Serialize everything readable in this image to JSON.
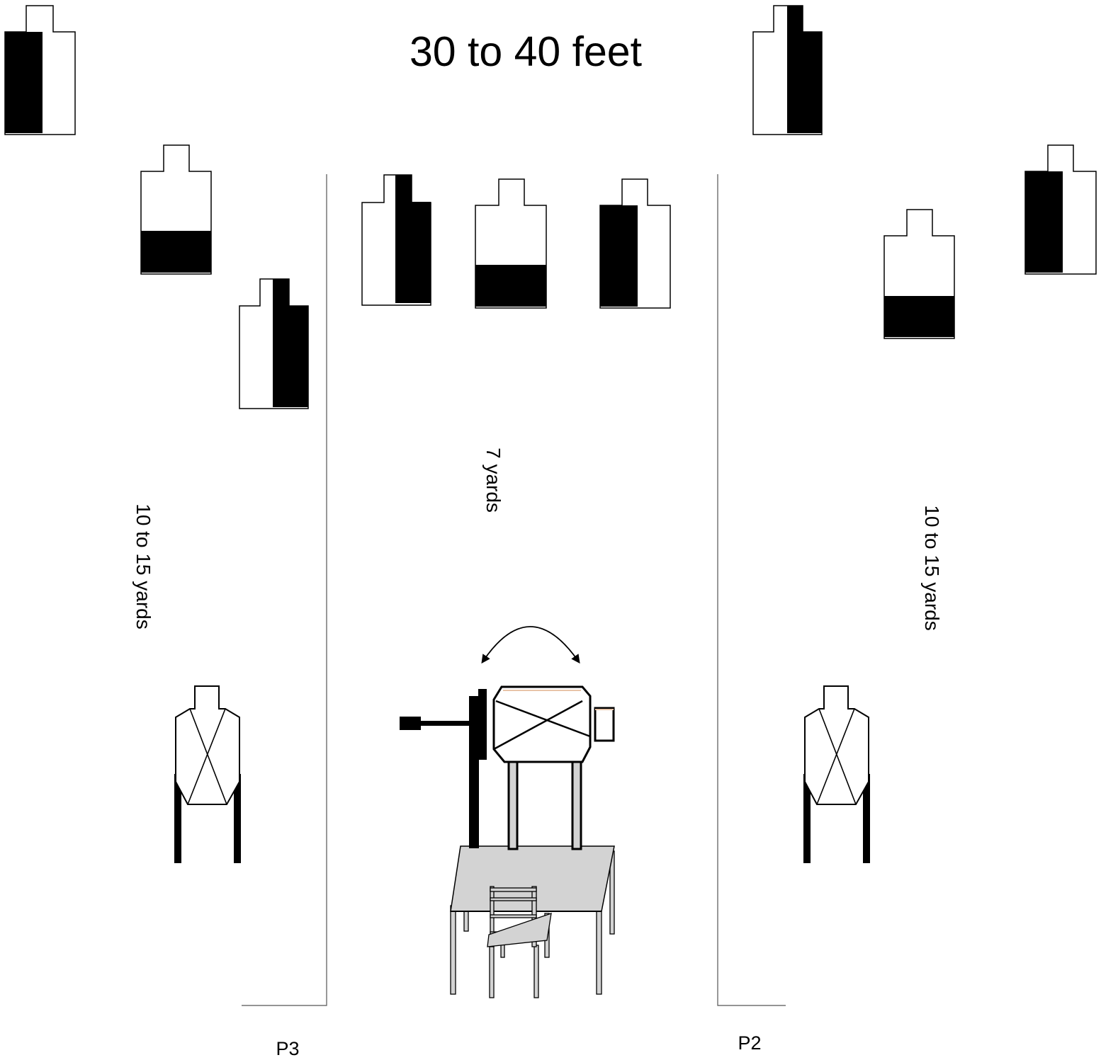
{
  "labels": {
    "title": "30 to 40 feet",
    "center_distance": "7 yards",
    "left_distance": "10 to 15 yards",
    "right_distance": "10 to 15 yards",
    "left_position": "P3",
    "right_position": "P2"
  },
  "colors": {
    "ink": "#000000",
    "target_fill": "#ffffff",
    "gun_accent": "#e8c4a8",
    "table_top": "#d3d3d3",
    "leg_fill": "#d3d3d3"
  },
  "icons": {
    "target": "silhouette-target",
    "stand_target": "x-marked-silhouette-on-stand",
    "gun": "mounted-machine-gun",
    "arrow": "swing-arc-arrow",
    "table": "table",
    "chair": "chair"
  }
}
